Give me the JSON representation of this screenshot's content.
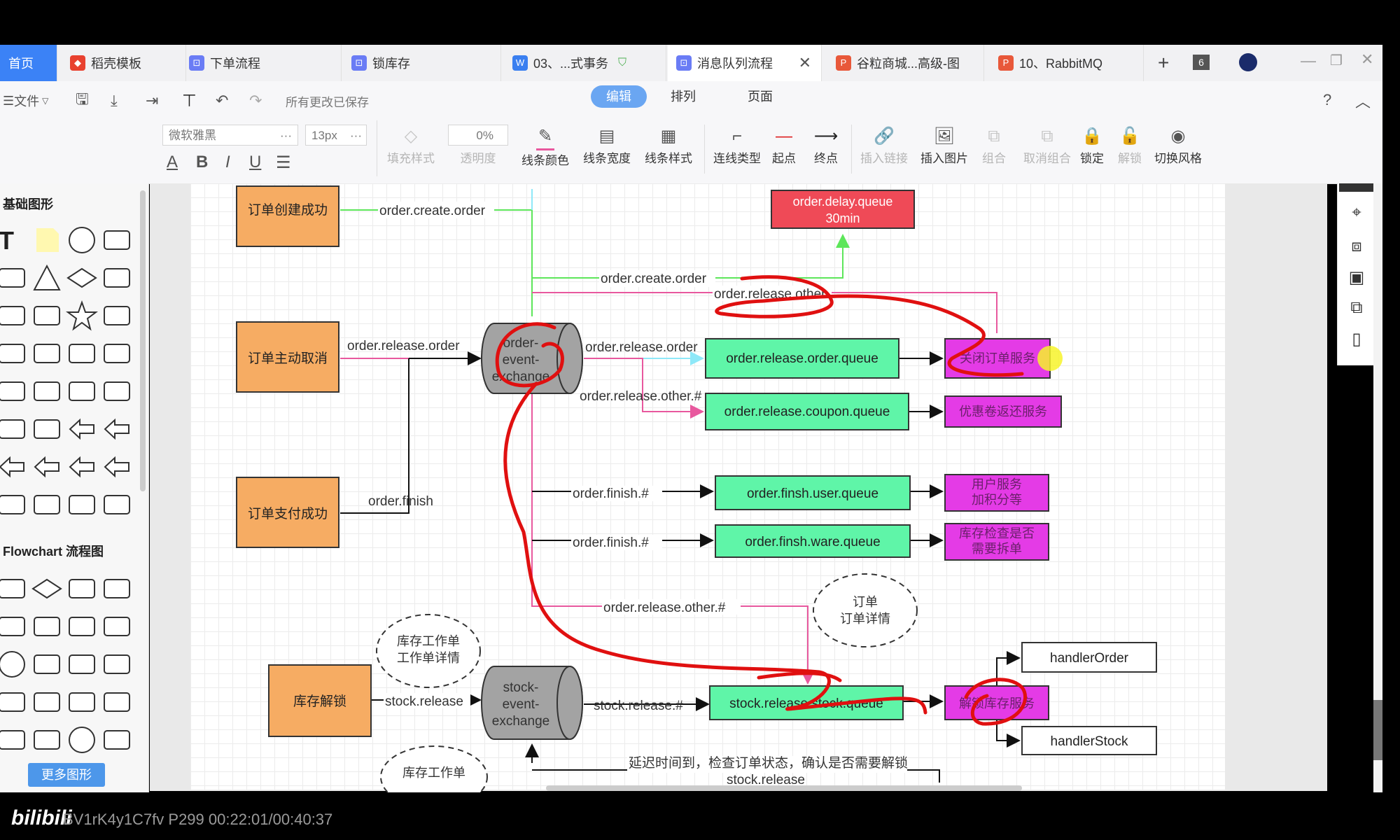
{
  "tabs": [
    {
      "label": "首页",
      "icon": "home"
    },
    {
      "label": "稻壳模板",
      "icon": "docer-icon"
    },
    {
      "label": "下单流程",
      "icon": "flowchart-icon"
    },
    {
      "label": "锁库存",
      "icon": "flowchart-icon"
    },
    {
      "label": "03、...式事务",
      "icon": "word-icon"
    },
    {
      "label": "消息队列流程",
      "icon": "flowchart-icon"
    },
    {
      "label": "谷粒商城...高级-图",
      "icon": "ppt-icon"
    },
    {
      "label": "10、RabbitMQ",
      "icon": "ppt-icon"
    }
  ],
  "tab_count": "6",
  "toolbar1": {
    "file": "文件",
    "saved": "所有更改已保存",
    "modes": [
      "编辑",
      "排列",
      "页面"
    ],
    "help": "?"
  },
  "toolbar2": {
    "font": "微软雅黑",
    "size": "13px",
    "opacity_value": "0%",
    "tools": [
      "填充样式",
      "透明度",
      "线条颜色",
      "线条宽度",
      "线条样式",
      "连线类型",
      "起点",
      "终点",
      "插入链接",
      "插入图片",
      "组合",
      "取消组合",
      "锁定",
      "解锁",
      "切换风格"
    ]
  },
  "panel": {
    "basic_title": "基础图形",
    "flow_title": "Flowchart 流程图",
    "more": "更多图形"
  },
  "diagram": {
    "nodes": {
      "order_created": "订单创建成功",
      "order_cancel": "订单主动取消",
      "order_paid": "订单支付成功",
      "stock_unlock": "库存解锁",
      "delay_queue": "order.delay.queue\n30min",
      "order_exchange": "order-\nevent-\nexchange",
      "stock_exchange": "stock-\nevent-\nexchange",
      "release_order_queue": "order.release.order.queue",
      "release_coupon_queue": "order.release.coupon.queue",
      "finish_user_queue": "order.finsh.user.queue",
      "finish_ware_queue": "order.finsh.ware.queue",
      "stock_release_queue": "stock.release.stock.queue",
      "close_order_service": "关闭订单服务",
      "coupon_return_service": "优惠卷返还服务",
      "user_points_service": "用户服务\n加积分等",
      "stock_check_service": "库存检查是否\n需要拆单",
      "unlock_stock_service": "解锁库存服务",
      "handler_order": "handlerOrder",
      "handler_stock": "handlerStock",
      "note_order": "订单\n订单详情",
      "note_stock": "库存工作单\n工作单详情",
      "note_stock2": "库存工作单"
    },
    "edges": {
      "create_order": "order.create.order",
      "create_order2": "order.create.order",
      "release_other": "order.release.other",
      "release_order_in": "order.release.order",
      "release_order_out": "order.release.order",
      "release_other_hash": "order.release.other.#",
      "finish": "order.finish",
      "finish_hash1": "order.finish.#",
      "finish_hash2": "order.finish.#",
      "release_other_hash2": "order.release.other.#",
      "stock_release": "stock.release",
      "stock_release_hash": "stock.release.#",
      "delay_note": "延迟时间到，检查订单状态，确认是否需要解锁",
      "stock_release2": "stock.release"
    }
  },
  "video": {
    "logo": "bilibili",
    "info": "BV1rK4y1C7fv P299 00:22:01/00:40:37"
  },
  "colors": {
    "orange": "#f6ac63",
    "green": "#5ff5a8",
    "magenta": "#e43be6",
    "red": "#ef4a57",
    "gray": "#a3a3a3",
    "pink_line": "#e8589e",
    "green_line": "#5de65a",
    "cyan_line": "#8ee8f8",
    "annotation_red": "#e01010"
  }
}
